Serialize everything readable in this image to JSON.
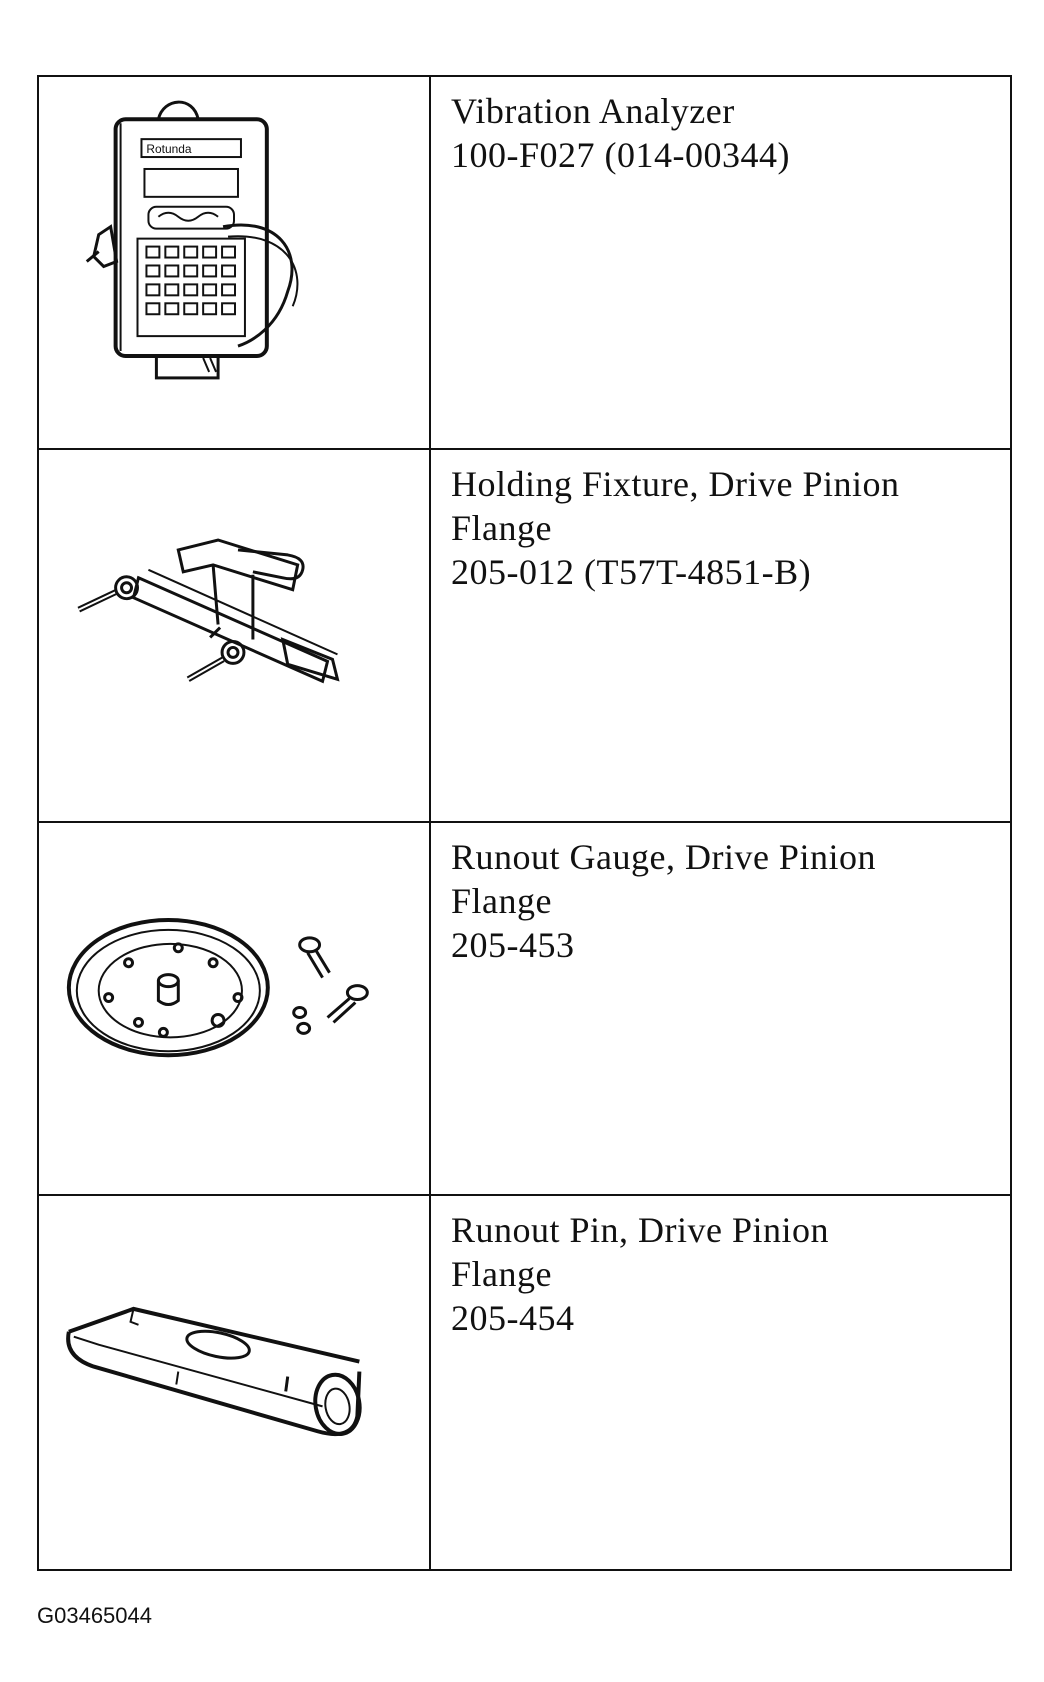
{
  "tools": [
    {
      "icon": "vibration-analyzer-icon",
      "lines": [
        "Vibration Analyzer",
        "100-F027 (014-00344)"
      ]
    },
    {
      "icon": "holding-fixture-icon",
      "lines": [
        "Holding Fixture, Drive Pinion",
        "Flange",
        "205-012 (T57T-4851-B)"
      ]
    },
    {
      "icon": "runout-gauge-icon",
      "lines": [
        "Runout Gauge, Drive Pinion",
        "Flange",
        "205-453"
      ]
    },
    {
      "icon": "runout-pin-icon",
      "lines": [
        "Runout Pin, Drive Pinion",
        "Flange",
        "205-454"
      ]
    }
  ],
  "device_brand": "Rotunda",
  "figure_code": "G03465044"
}
